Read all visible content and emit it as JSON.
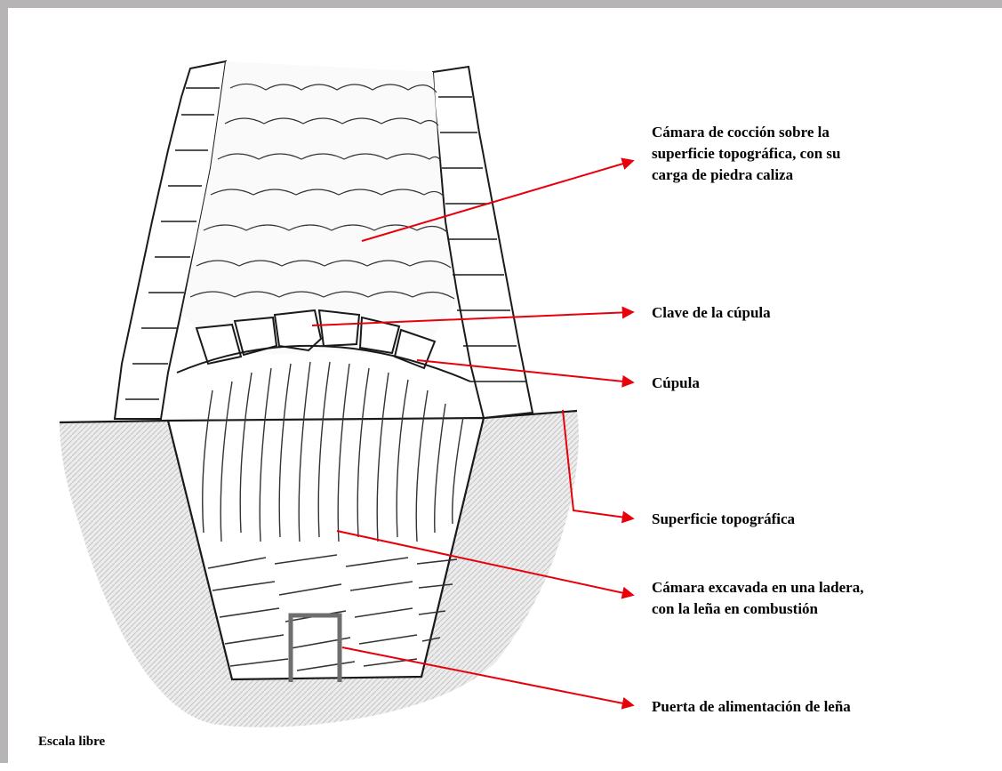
{
  "colors": {
    "frame": "#b7b4b5",
    "arrow": "#e8000b",
    "ink": "#1a1a1a",
    "soil": "#d9d9d9",
    "door": "#6e6e6e"
  },
  "labels": {
    "camara_coccion": [
      "Cámara de cocción sobre la",
      "superficie topográfica, con su",
      "carga de piedra caliza"
    ],
    "clave": "Clave de la cúpula",
    "cupula": "Cúpula",
    "superficie": "Superficie topográfica",
    "camara_excavada": [
      "Cámara excavada en una ladera,",
      "con la leña en combustión"
    ],
    "puerta": "Puerta de alimentación de leña",
    "escala": "Escala libre"
  }
}
